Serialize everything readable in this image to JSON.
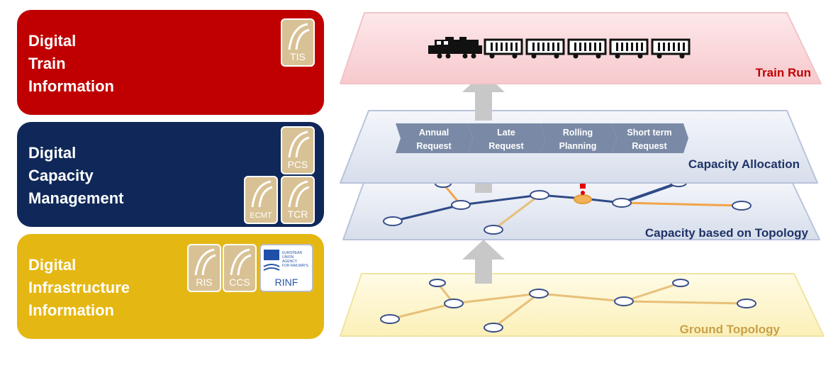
{
  "boxes": {
    "train": {
      "lines": [
        "Digital",
        "Train",
        "Information"
      ],
      "logos": [
        "TIS"
      ]
    },
    "capacity": {
      "lines": [
        "Digital",
        "Capacity",
        "Management"
      ],
      "logos": [
        "PCS",
        "ECMT",
        "TCR"
      ]
    },
    "infra": {
      "lines": [
        "Digital",
        "Infrastructure",
        "Information"
      ],
      "logos": [
        "RIS",
        "CCS"
      ],
      "rinf": {
        "label": "RINF",
        "agency_lines": [
          "EUROPEAN",
          "UNION",
          "AGENCY",
          "FOR RAILWAYS"
        ]
      }
    }
  },
  "layers": {
    "train_run": "Train Run",
    "capacity_allocation": "Capacity Allocation",
    "capacity_topology": "Capacity based on Topology",
    "ground_topology": "Ground Topology"
  },
  "stages": [
    {
      "line1": "Annual",
      "line2": "Request"
    },
    {
      "line1": "Late",
      "line2": "Request"
    },
    {
      "line1": "Rolling",
      "line2": "Planning"
    },
    {
      "line1": "Short term",
      "line2": "Request"
    }
  ],
  "colors": {
    "train": "#c00000",
    "capacity": "#0f2859",
    "infra": "#e5b712",
    "arrow": "#c8c8c8",
    "stage": "#7a8aa6",
    "track_blue": "#2f4a86",
    "track_orange": "#f2a44a",
    "track_tan": "#e8c07a",
    "marker": "#e60000"
  },
  "icons": {
    "wagons": 5,
    "locomotive": "locomotive-icon",
    "wagon": "wagon-icon",
    "logo": "track-logo-icon",
    "eu": "eu-flag-icon"
  }
}
